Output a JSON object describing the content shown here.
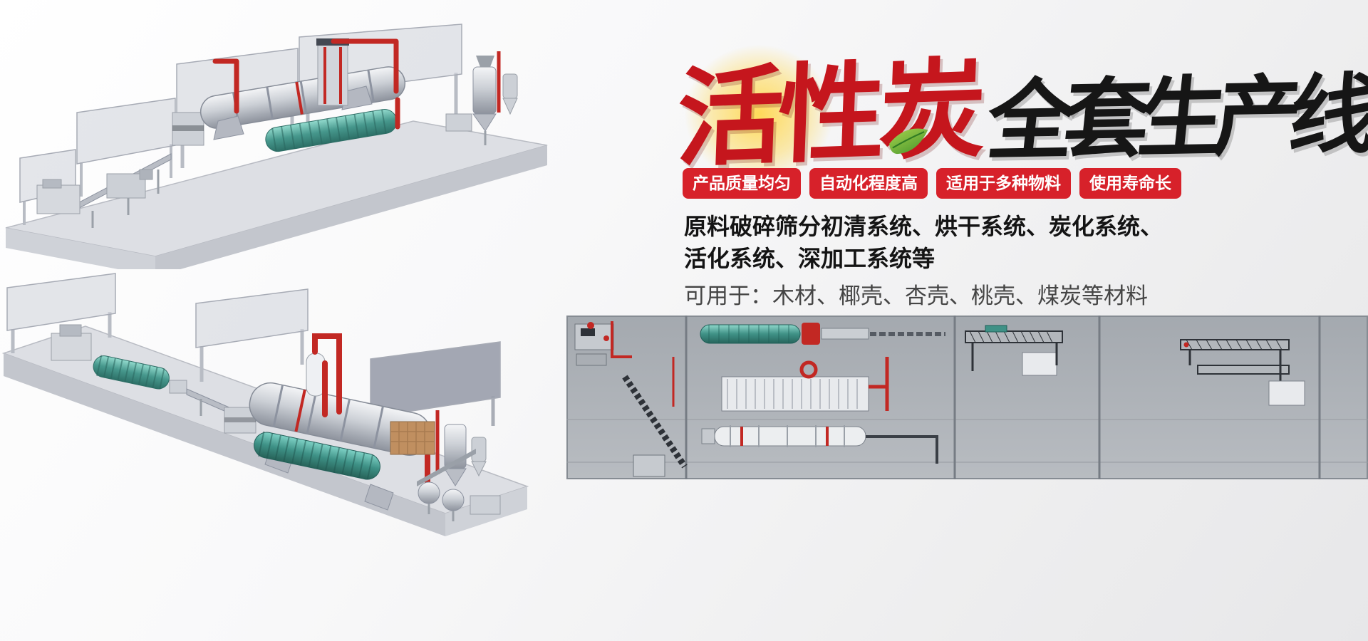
{
  "page": {
    "background_top": "#ffffff",
    "background_bottom": "#e7e7e9"
  },
  "hero": {
    "title_red": "活性炭",
    "title_black": "全套生产线",
    "badges": [
      "产品质量均匀",
      "自动化程度高",
      "适用于多种物料",
      "使用寿命长"
    ],
    "desc_line1": "原料破碎筛分初清系统、烘干系统、炭化系统、",
    "desc_line2": "活化系统、深加工系统等",
    "materials": "可用于：木材、椰壳、杏壳、桃壳、煤炭等材料",
    "colors": {
      "badge_red": "#d7212a",
      "title_red": "#c5161d",
      "title_black": "#161616",
      "pipe_red": "#c22823",
      "drum_teal": "#46978c"
    }
  },
  "illustrations": {
    "top_left": "3d-render-production-line-a",
    "bottom_left": "3d-render-production-line-b",
    "bottom_right": "top-view-layout-drawing"
  }
}
